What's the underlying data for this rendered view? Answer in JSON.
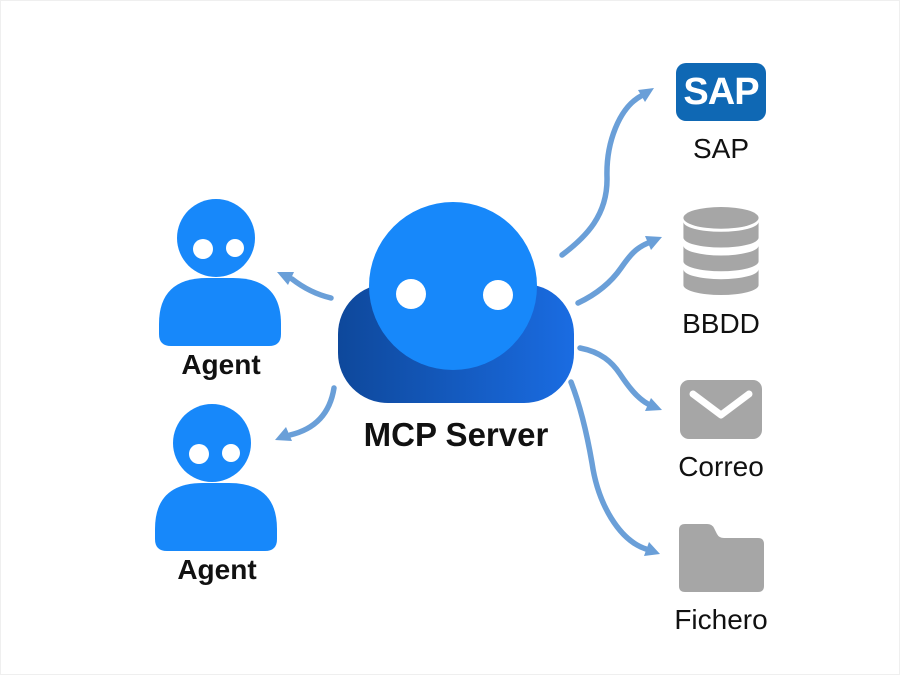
{
  "diagram": {
    "center_node": {
      "label": "MCP Server",
      "icon": "cloud-robot-icon"
    },
    "agents": [
      {
        "label": "Agent",
        "icon": "person-icon"
      },
      {
        "label": "Agent",
        "icon": "person-icon"
      }
    ],
    "targets": [
      {
        "id": "sap",
        "label": "SAP",
        "badge_text": "SAP",
        "icon": "sap-badge"
      },
      {
        "id": "bbdd",
        "label": "BBDD",
        "icon": "database-icon"
      },
      {
        "id": "correo",
        "label": "Correo",
        "icon": "envelope-icon"
      },
      {
        "id": "fichero",
        "label": "Fichero",
        "icon": "folder-icon"
      }
    ],
    "arrows": [
      {
        "from": "mcp-server",
        "to": "agent-1"
      },
      {
        "from": "mcp-server",
        "to": "agent-2"
      },
      {
        "from": "mcp-server",
        "to": "sap"
      },
      {
        "from": "mcp-server",
        "to": "bbdd"
      },
      {
        "from": "mcp-server",
        "to": "correo"
      },
      {
        "from": "mcp-server",
        "to": "fichero"
      }
    ],
    "colors": {
      "agent_blue": "#1788fa",
      "cloud_gradient_start": "#0e489b",
      "cloud_gradient_end": "#1a6ce2",
      "sap_badge_blue": "#0f68b4",
      "icon_gray": "#a6a6a6",
      "arrow_blue": "#6a9fd8",
      "label_black": "#111111",
      "eye_white": "#ffffff"
    }
  }
}
